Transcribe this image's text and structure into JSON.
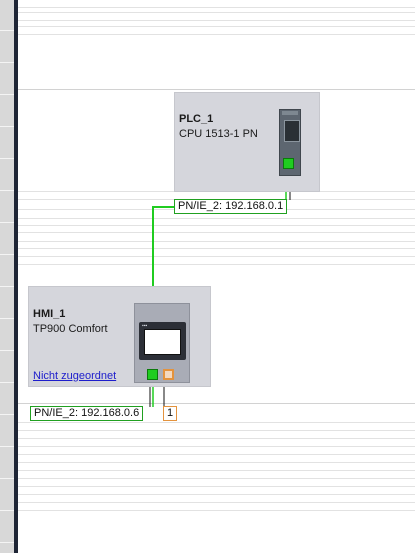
{
  "devices": {
    "plc": {
      "name": "PLC_1",
      "type": "CPU 1513-1 PN"
    },
    "hmi": {
      "name": "HMI_1",
      "type": "TP900 Comfort",
      "assignment_link": "Nicht zugeordnet"
    }
  },
  "networks": {
    "plc_interface": "PN/IE_2:  192.168.0.1",
    "hmi_interface": "PN/IE_2:  192.168.0.6",
    "hmi_dp_interface": "1"
  },
  "colors": {
    "profinet_line": "#20cc20",
    "profibus_port": "#e4933d",
    "device_box": "#d5d6dc",
    "link": "#1d1dcc"
  },
  "icons": {
    "plc_module": "plc-cpu-module-icon",
    "hmi_panel": "hmi-touch-panel-icon",
    "pn_port": "profinet-port-icon",
    "dp_port": "profibus-port-icon"
  }
}
